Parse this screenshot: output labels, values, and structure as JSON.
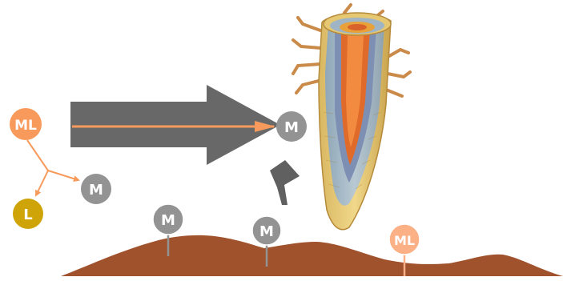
{
  "nodes": {
    "ml_left": "ML",
    "m_split": "M",
    "l_left": "L",
    "m_target": "M",
    "m_soil_1": "M",
    "m_soil_2": "M",
    "ml_soil": "ML"
  },
  "colors": {
    "orange": "#f79a5c",
    "light_orange": "#fbb086",
    "grey": "#939393",
    "dark_grey": "#606060",
    "gold": "#cfa409",
    "soil": "#a0522d",
    "white": "#ffffff"
  },
  "icons": {
    "root": "plant-root-cross-section-illustration",
    "big_arrow": "thick-right-arrow",
    "up_arrow": "curved-up-arrow"
  }
}
